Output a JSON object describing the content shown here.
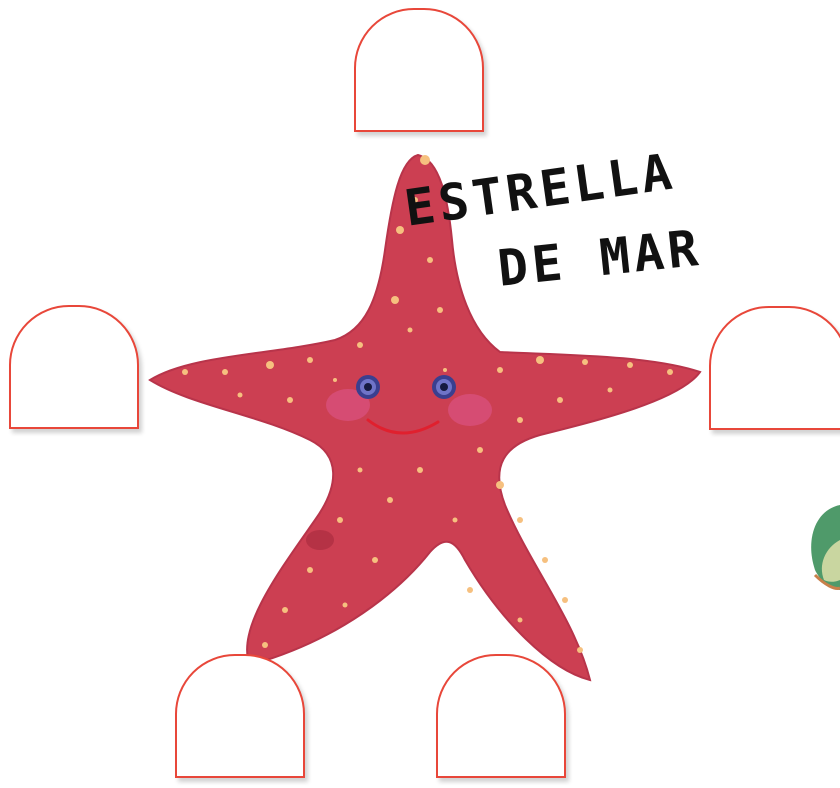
{
  "title": {
    "line1": "ESTRELLA",
    "line2": "DE MAR"
  },
  "colors": {
    "starfish_body": "#cc3f52",
    "starfish_dots": "#f6c07f",
    "box_border": "#e8473a",
    "seaweed": "#4f9a6a"
  },
  "illustration": {
    "subject": "starfish",
    "label_boxes_count": 5
  }
}
